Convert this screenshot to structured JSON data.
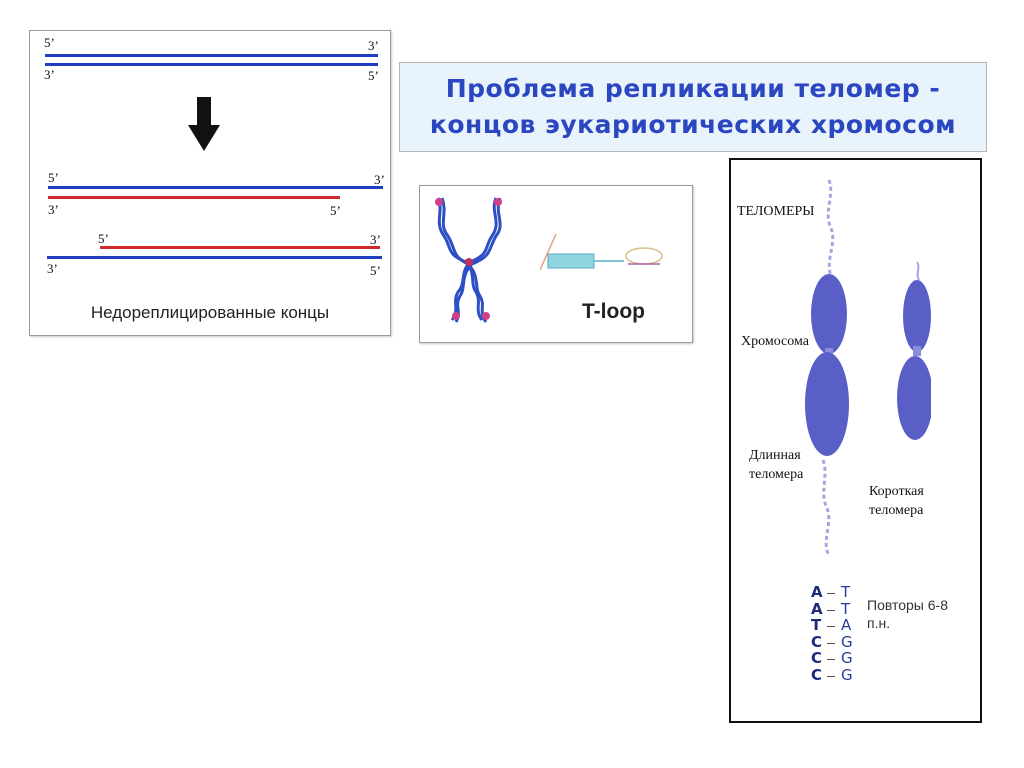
{
  "replication": {
    "caption": "Недореплицированные концы",
    "top_pair": {
      "tl": "5’",
      "tr": "3’",
      "bl": "3’",
      "br": "5’"
    },
    "mid_pair": {
      "tl": "5’",
      "tr": "3’",
      "bl": "3’",
      "br": "5’"
    },
    "bottom_pair": {
      "tl": "5’",
      "tr": "3’",
      "bl": "3’",
      "br": "5’"
    }
  },
  "title": {
    "line1": "Проблема репликации теломер -",
    "line2": "концов эукариотических хромосом"
  },
  "tloop": {
    "label": "T-loop"
  },
  "telomere": {
    "telomeres_label": "ТЕЛОМЕРЫ",
    "chromosome_label": "Хромосома",
    "long_label_1": "Длинная",
    "long_label_2": "теломера",
    "short_label_1": "Короткая",
    "short_label_2": "теломера",
    "repeats_label_1": "Повторы 6-8",
    "repeats_label_2": "п.н.",
    "left_bases": [
      "A",
      "A",
      "T",
      "C",
      "C",
      "C"
    ],
    "right_bases": [
      "T",
      "T",
      "A",
      "G",
      "G",
      "G"
    ]
  },
  "colors": {
    "strand_blue": "#1f3fbf",
    "strand_red": "#d22a2a",
    "title_blue": "#2a46c0",
    "chromosome_purple": "#5a5fc8"
  }
}
